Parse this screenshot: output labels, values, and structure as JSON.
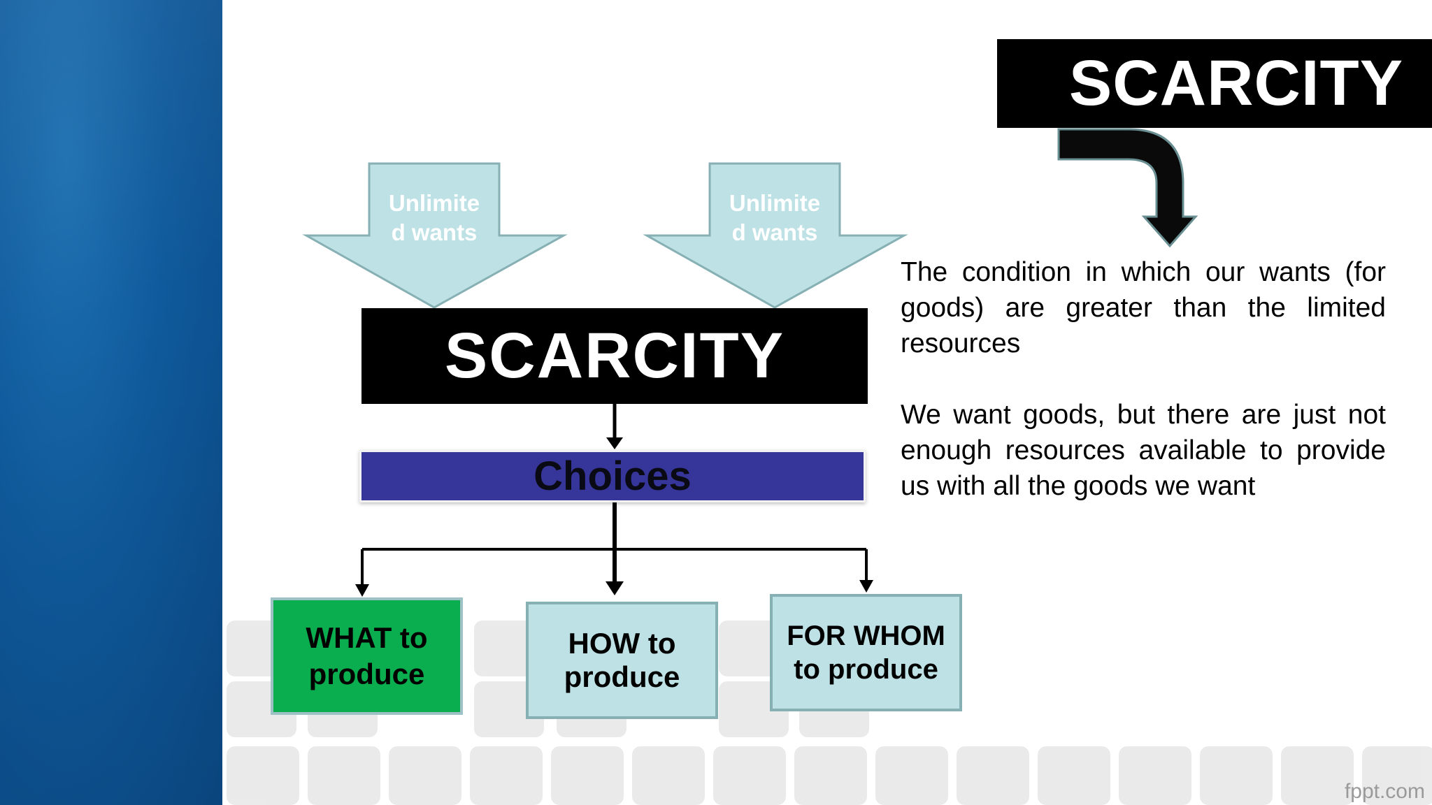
{
  "slide": {
    "title": "SCARCITY",
    "central_concept": "SCARCITY",
    "inputs": [
      {
        "label": "Unlimite\nd wants"
      },
      {
        "label": "Unlimite\nd wants"
      }
    ],
    "choices_label": "Choices",
    "outcomes": [
      {
        "label": "WHAT to\nproduce"
      },
      {
        "label": "HOW to\nproduce"
      },
      {
        "label": "FOR WHOM\nto produce"
      }
    ],
    "definition": "The condition in which our wants (for goods) are greater than the limited resources",
    "explanation": "We want goods, but there are just not enough resources available to provide us with all the goods we want",
    "watermark": "fppt.com"
  },
  "colors": {
    "sidebar_blue": "#0f5a9c",
    "title_box": "#000000",
    "choices_box": "#35359a",
    "arrow_fill": "#bde1e4",
    "what_box": "#0aae4f",
    "how_whom_box": "#bde1e4"
  }
}
